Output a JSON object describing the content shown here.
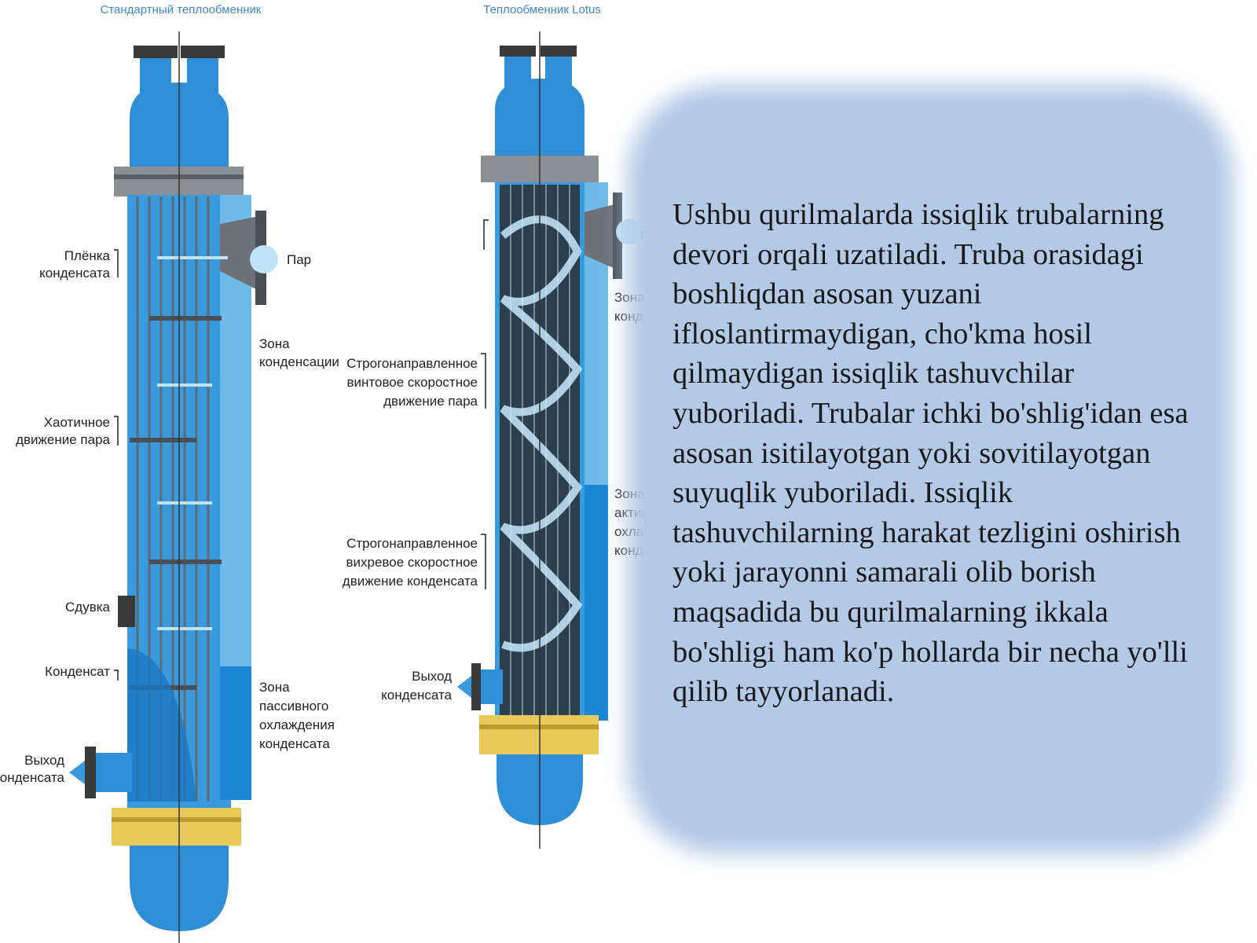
{
  "captions": {
    "left": "Стандартный теплообменник",
    "right": "Теплообменник Lotus"
  },
  "left_labels": {
    "film_1": "Плёнка",
    "film_2": "конденсата",
    "steam": "Пар",
    "cond_zone_1": "Зона",
    "cond_zone_2": "конденсации",
    "chaotic_1": "Хаотичное",
    "chaotic_2": "движение пара",
    "blowdown": "Сдувка",
    "condensate": "Конденсат",
    "passive_1": "Зона",
    "passive_2": "пассивного",
    "passive_3": "охлаждения",
    "passive_4": "конденсата",
    "outlet_1": "Выход",
    "outlet_2": "конденсата"
  },
  "right_labels": {
    "screw_1": "Строгонаправленное",
    "screw_2": "винтовое скоростное",
    "screw_3": "движение пара",
    "vortex_1": "Строгонаправленное",
    "vortex_2": "вихревое скоростное",
    "vortex_3": "движение конденсата",
    "outlet_1": "Выход",
    "outlet_2": "конденсата",
    "steam_cut": "Па",
    "zone_a_1": "Зона",
    "zone_a_2": "конде",
    "zone_b_1": "Зона",
    "zone_b_2": "активн",
    "zone_b_3": "охлаж",
    "zone_b_4": "конде"
  },
  "panel_text": "Ushbu qurilmalarda issiqlik trubalarning devori orqali uzatiladi. Truba orasidagi boshliqdan asosan yuzani ifloslantirmaydigan, cho'kma hosil qilmaydigan issiqlik tashuvchilar yuboriladi. Trubalar ichki bo'shlig'idan esa asosan isitilayotgan yoki sovitilayotgan suyuqlik yuboriladi. Issiqlik tashuvchilarning harakat tezligini oshirish yoki jarayonni samarali olib borish maqsadida bu qurilmalarning ikkala bo'shligi ham ko'p hollarda bir necha yo'lli qilib tayyorlanadi.",
  "colors": {
    "vessel": "#2e8fd6",
    "vessel_dark": "#1d6fb3",
    "zone_light": "#6fbbe8",
    "zone_dark": "#1b86d4",
    "flange": "#e8c95a",
    "panel": "#b3c9e6"
  }
}
